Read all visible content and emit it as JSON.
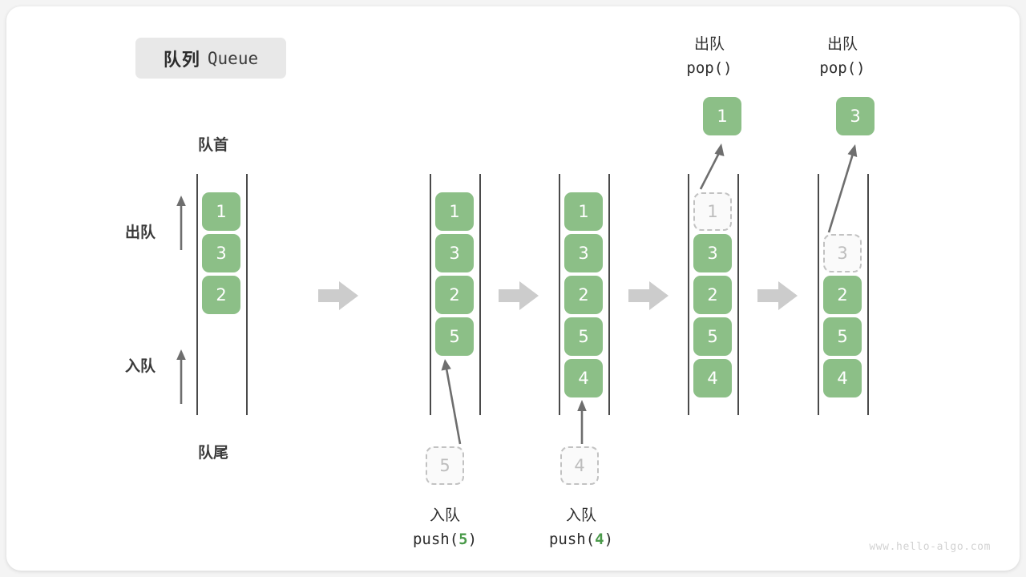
{
  "title": {
    "cn": "队列",
    "en": "Queue"
  },
  "labels": {
    "front": "队首",
    "rear": "队尾",
    "dequeue": "出队",
    "enqueue": "入队"
  },
  "colors": {
    "element": "#8cbf87",
    "ghost_border": "#c2c2c2",
    "ghost_text": "#bdbdbd",
    "rail": "#4a4a4a",
    "arrow": "#6e6e6e",
    "step_arrow": "#cccccc",
    "accent_text": "#4a9a4a",
    "card": "#ffffff",
    "page": "#f4f4f4"
  },
  "stages": [
    {
      "name": "initial",
      "elements": [
        "1",
        "3",
        "2"
      ],
      "ghost": null,
      "popped": null,
      "caption_cn": "",
      "caption_code": ""
    },
    {
      "name": "push-5",
      "elements": [
        "1",
        "3",
        "2",
        "5"
      ],
      "ghost": {
        "value": "5",
        "position": "below"
      },
      "popped": null,
      "caption_cn": "入队",
      "caption_code_prefix": "push(",
      "caption_arg": "5",
      "caption_code_suffix": ")"
    },
    {
      "name": "push-4",
      "elements": [
        "1",
        "3",
        "2",
        "5",
        "4"
      ],
      "ghost": {
        "value": "4",
        "position": "below"
      },
      "popped": null,
      "caption_cn": "入队",
      "caption_code_prefix": "push(",
      "caption_arg": "4",
      "caption_code_suffix": ")"
    },
    {
      "name": "pop-1",
      "elements": [
        "3",
        "2",
        "5",
        "4"
      ],
      "ghost": {
        "value": "1",
        "position": "in-queue-top"
      },
      "popped": {
        "value": "1"
      },
      "header_cn": "出队",
      "header_code": "pop()"
    },
    {
      "name": "pop-3",
      "elements": [
        "2",
        "5",
        "4"
      ],
      "ghost": {
        "value": "3",
        "position": "in-queue-second"
      },
      "popped": {
        "value": "3"
      },
      "header_cn": "出队",
      "header_code": "pop()"
    }
  ],
  "watermark": "www.hello-algo.com"
}
